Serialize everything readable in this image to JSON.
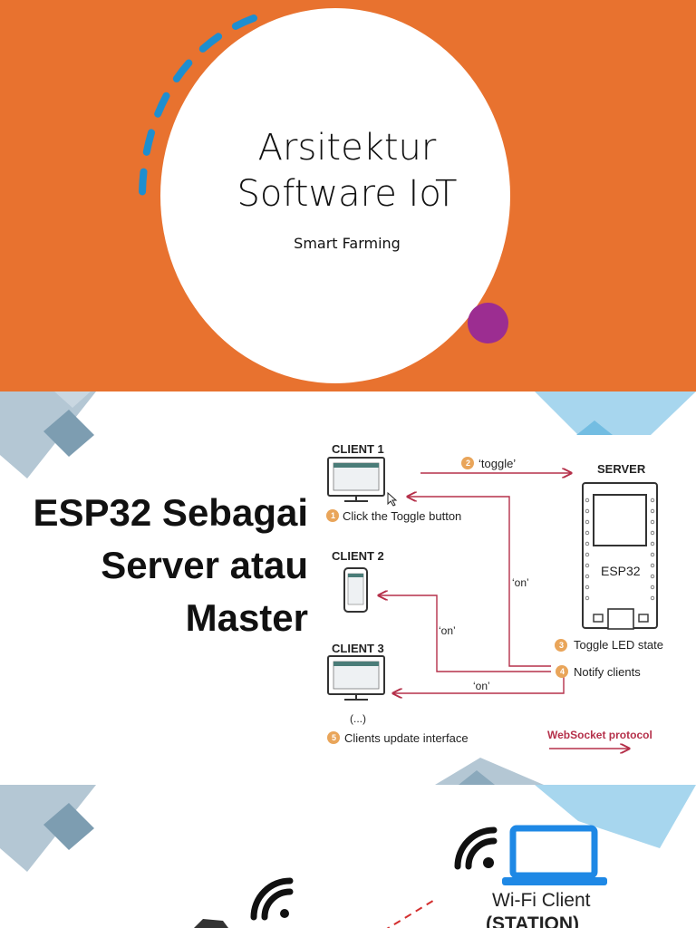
{
  "slide1": {
    "title_line1": "Arsitektur",
    "title_line2": "Software IoT",
    "subtitle": "Smart Farming",
    "colors": {
      "background": "#E8722F",
      "accent_dot": "#9C2D91",
      "dash_arc": "#1E8ECF"
    }
  },
  "slide2": {
    "title_line1": "ESP32 Sebagai",
    "title_line2": "Server atau",
    "title_line3": "Master",
    "diagram": {
      "client1": "CLIENT 1",
      "client2": "CLIENT 2",
      "client3": "CLIENT 3",
      "server": "SERVER",
      "board": "ESP32",
      "ellipsis": "(...)",
      "msg_toggle": "‘toggle’",
      "msg_on": "‘on’",
      "steps": [
        {
          "num": "1",
          "text": "Click the Toggle button"
        },
        {
          "num": "2",
          "text": "‘toggle’"
        },
        {
          "num": "3",
          "text": "Toggle LED state"
        },
        {
          "num": "4",
          "text": "Notify clients"
        },
        {
          "num": "5",
          "text": "Clients update interface"
        }
      ],
      "protocol": "WebSocket protocol",
      "colors": {
        "arrow": "#B5304A",
        "step_badge": "#E9A55A",
        "protocol": "#B5304A"
      }
    }
  },
  "slide3": {
    "client_label": "Wi-Fi Client",
    "client_mode": "(STATION)",
    "icons": [
      "wifi-icon",
      "laptop-icon"
    ]
  }
}
